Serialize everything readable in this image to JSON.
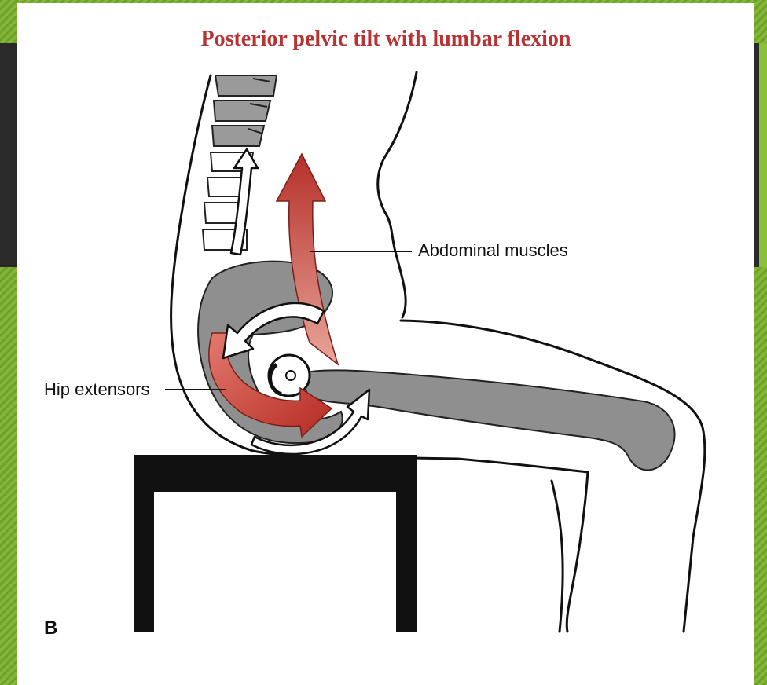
{
  "figure": {
    "title": "Posterior pelvic tilt with lumbar flexion",
    "labels": {
      "abdominal": "Abdominal muscles",
      "hip": "Hip extensors"
    },
    "panel_letter": "B"
  },
  "colors": {
    "muscle_red": "#c0392b",
    "bone_gray": "#8f8f8f",
    "title_red": "#b83232",
    "bench_black": "#111111"
  }
}
